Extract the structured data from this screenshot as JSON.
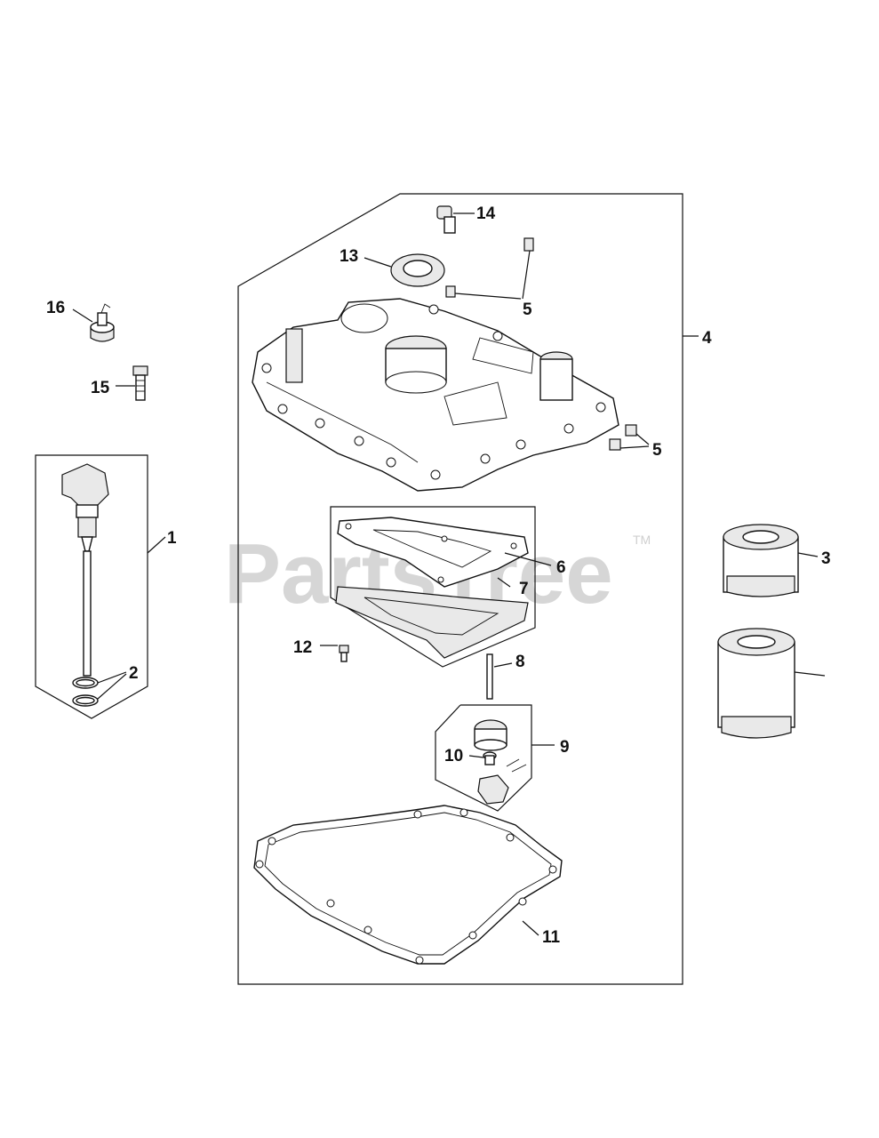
{
  "watermark": {
    "text": "PartsTree",
    "trademark": "TM"
  },
  "callouts": {
    "c1": "1",
    "c2": "2",
    "c3": "3",
    "c4": "4",
    "c5a": "5",
    "c5b": "5",
    "c6": "6",
    "c7": "7",
    "c8": "8",
    "c9": "9",
    "c10": "10",
    "c11": "11",
    "c12": "12",
    "c13": "13",
    "c14": "14",
    "c15": "15",
    "c16": "16"
  }
}
